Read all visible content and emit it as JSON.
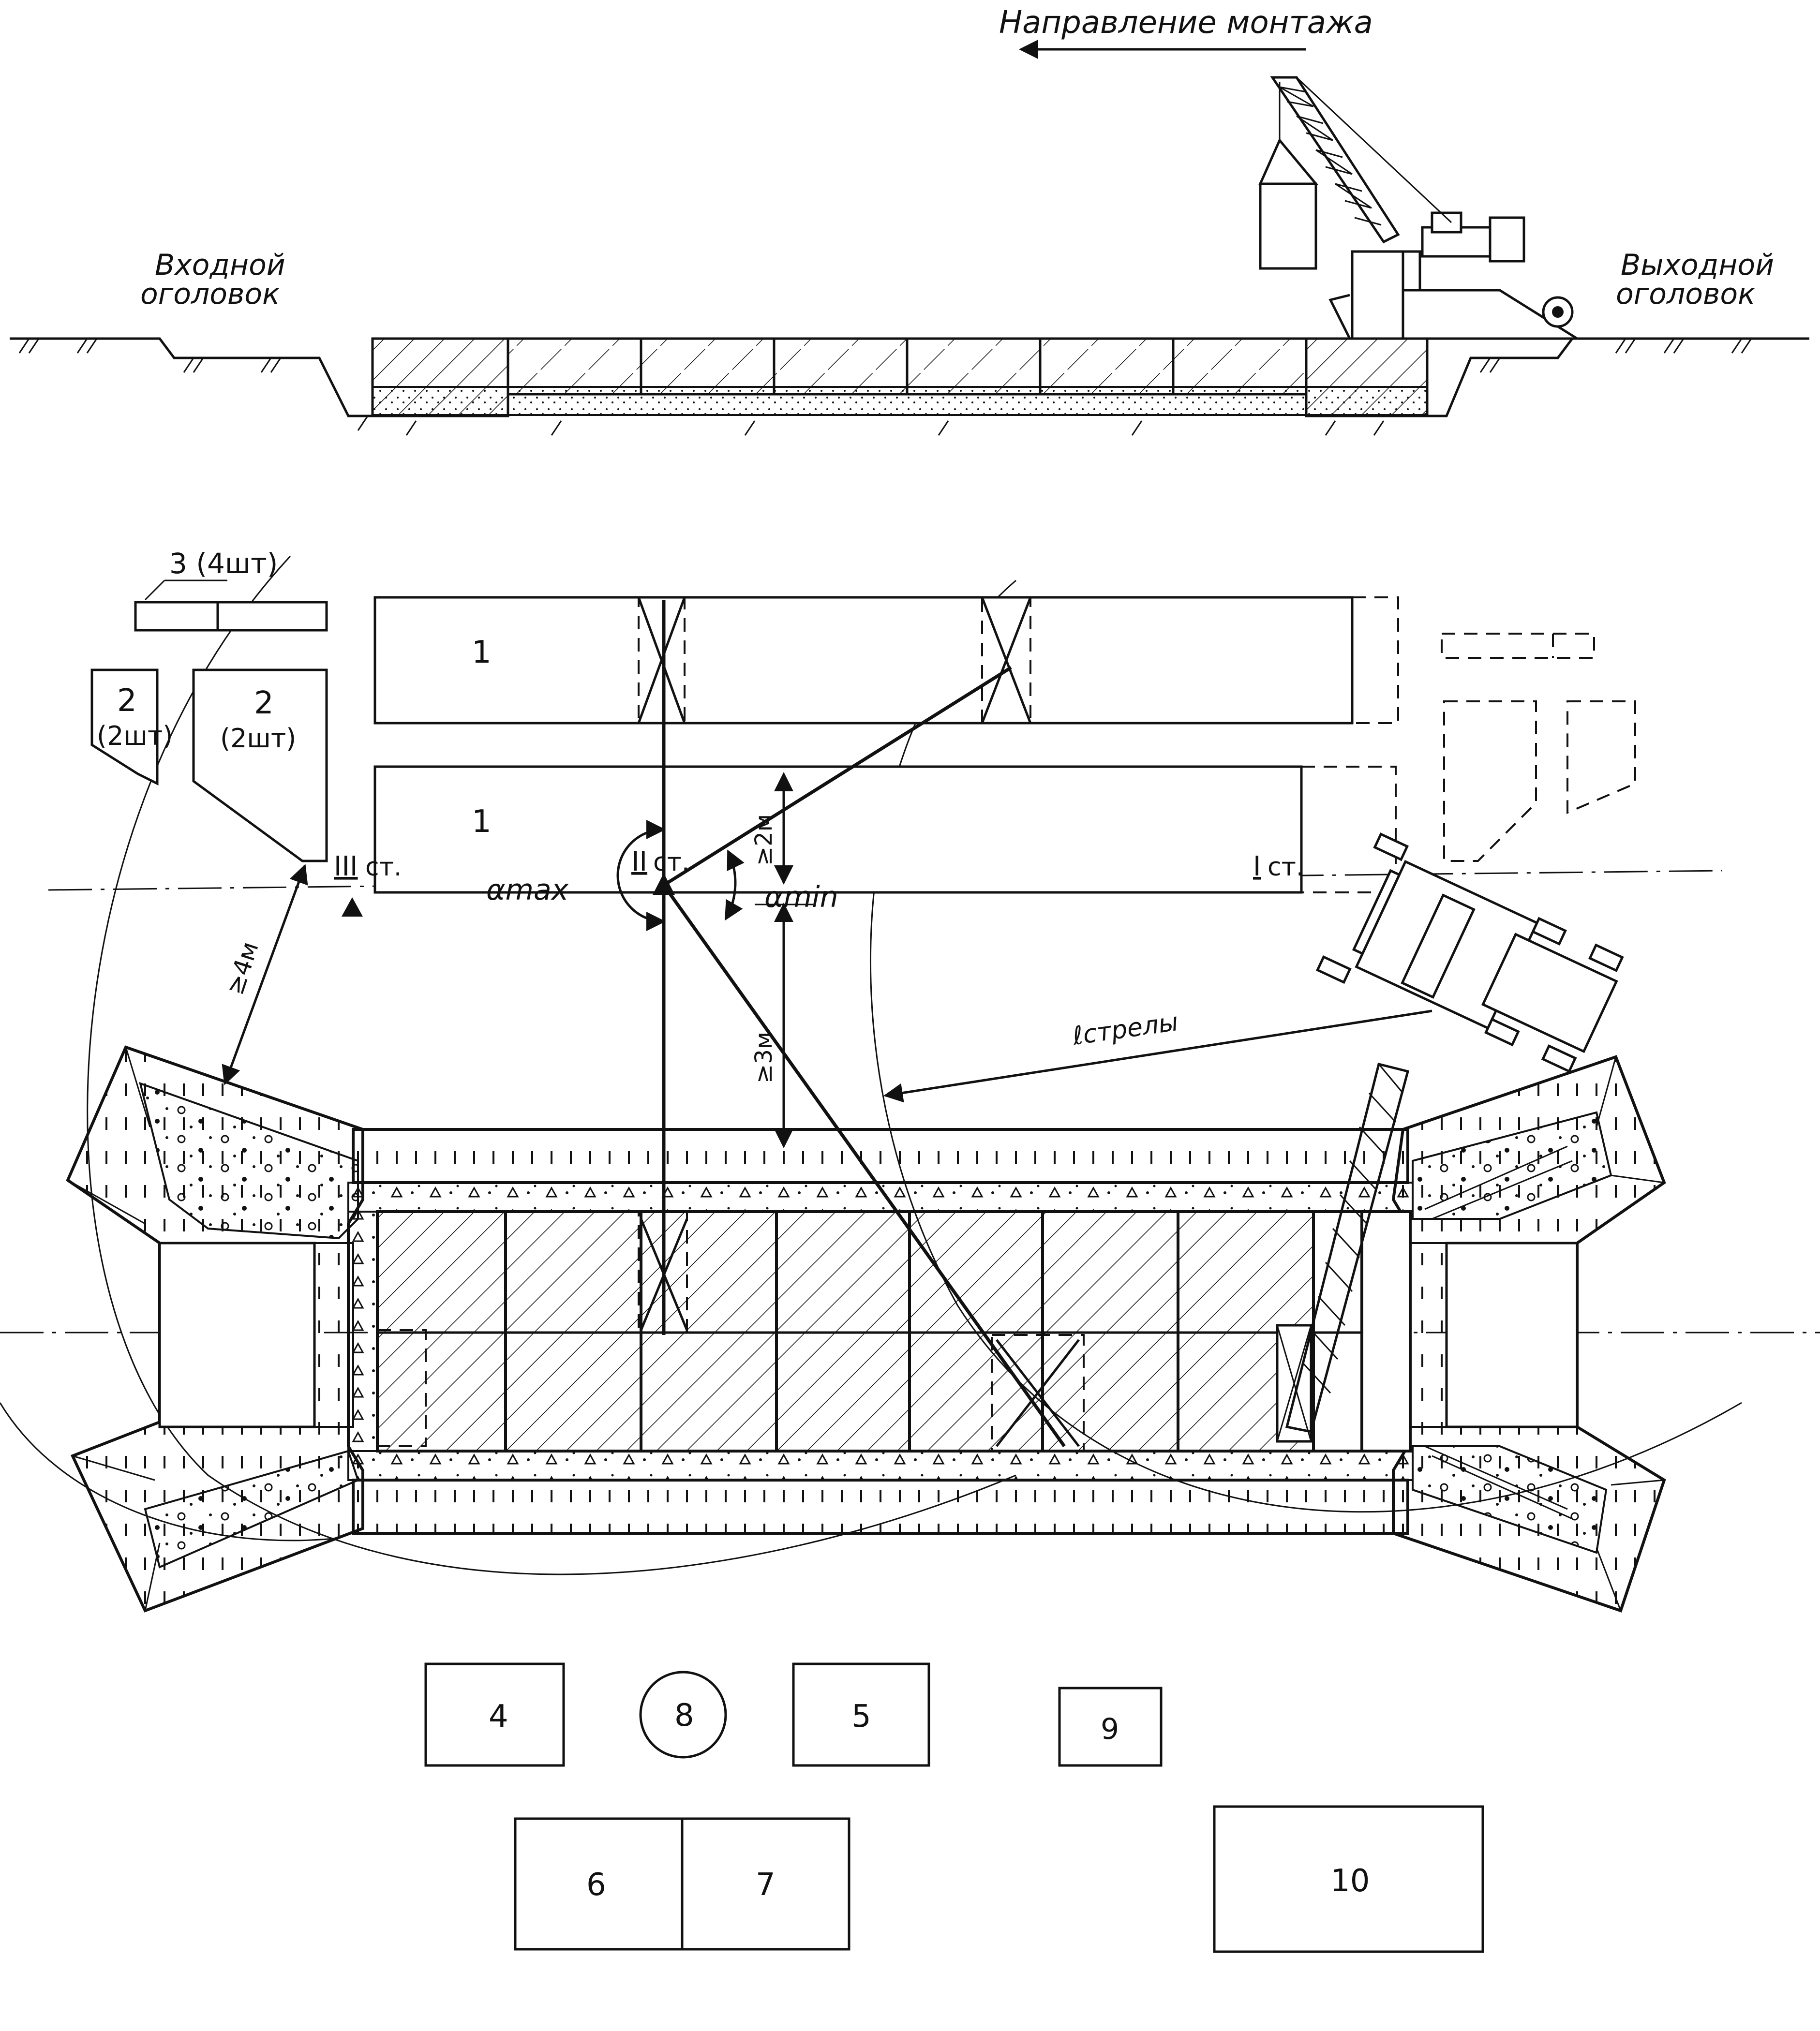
{
  "title": {
    "direction": "Направление монтажа"
  },
  "section_labels": {
    "inlet": [
      "Входной",
      "оголовок"
    ],
    "outlet": [
      "Выходной",
      "оголовок"
    ]
  },
  "stations": {
    "I": "I",
    "II": "II",
    "III": "III",
    "suffix": "ст."
  },
  "annotations": {
    "alpha_max": "αmax",
    "alpha_min": "αmin",
    "boom": "ℓстрелы",
    "dim_4m": "≥4м",
    "dim_2m": "≥2м",
    "dim_3m": "≥3м"
  },
  "storage": {
    "item1": "1",
    "item2": "2",
    "item2_qty": "(2шт)",
    "item3": "3 (4шт)"
  },
  "site_boxes": {
    "b4": "4",
    "b5": "5",
    "b6": "6",
    "b7": "7",
    "b8": "8",
    "b9": "9",
    "b10": "10"
  }
}
